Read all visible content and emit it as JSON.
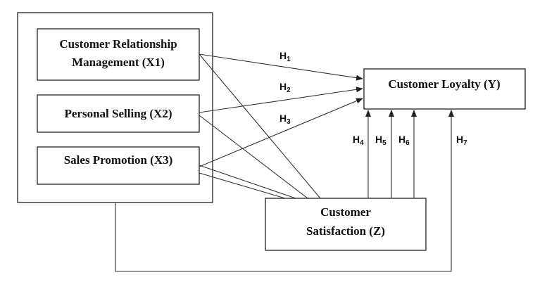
{
  "diagram": {
    "nodes": {
      "x1": {
        "line1": "Customer Relationship",
        "line2": "Management (X1)"
      },
      "x2": {
        "label": "Personal Selling (X2)"
      },
      "x3": {
        "label": "Sales Promotion (X3)"
      },
      "y": {
        "label": "Customer Loyalty (Y)"
      },
      "z": {
        "line1": "Customer",
        "line2": "Satisfaction (Z)"
      }
    },
    "hypotheses": [
      {
        "letter": "H",
        "sub": "1",
        "from": "x1",
        "to": "y"
      },
      {
        "letter": "H",
        "sub": "2",
        "from": "x2",
        "to": "y"
      },
      {
        "letter": "H",
        "sub": "3",
        "from": "x3",
        "to": "y"
      },
      {
        "letter": "H",
        "sub": "4",
        "from": "z",
        "to": "y"
      },
      {
        "letter": "H",
        "sub": "5",
        "from": "z",
        "to": "y"
      },
      {
        "letter": "H",
        "sub": "6",
        "from": "z",
        "to": "y"
      },
      {
        "letter": "H",
        "sub": "7",
        "from": "x",
        "to": "y"
      }
    ],
    "links": [
      {
        "from": "x1",
        "to": "z"
      },
      {
        "from": "x2",
        "to": "z"
      },
      {
        "from": "x3",
        "to": "z"
      }
    ]
  }
}
